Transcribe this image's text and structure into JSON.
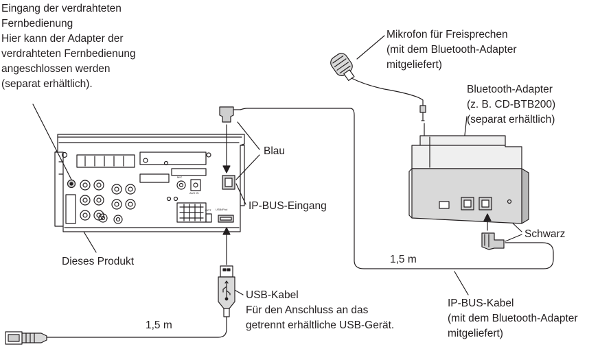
{
  "labels": {
    "remote_input": [
      "Eingang der verdrahteten",
      "Fernbedienung",
      "Hier kann der Adapter der",
      "verdrahteten Fernbedienung",
      "angeschlossen werden",
      "(separat erhältlich)."
    ],
    "microphone": [
      "Mikrofon für Freisprechen",
      "(mit dem Bluetooth-Adapter",
      "mitgeliefert)"
    ],
    "bluetooth_adapter": [
      "Bluetooth-Adapter",
      "(z. B. CD-BTB200)",
      "(separat erhältlich)"
    ],
    "blau": "Blau",
    "ip_bus_input": "IP-BUS-Eingang",
    "schwarz": "Schwarz",
    "product": "Dieses Produkt",
    "cable_length_top": "1,5 m",
    "cable_length_bottom": "1,5 m",
    "usb_cable": [
      "USB-Kabel",
      "Für den Anschluss an das",
      "getrennt erhältliche USB-Gerät."
    ],
    "ip_bus_cable": [
      "IP-BUS-Kabel",
      "(mit dem Bluetooth-Adapter",
      "mitgeliefert)"
    ]
  },
  "panel_markings": {
    "mic_socket": "MIC",
    "aux_socket": "AUX IN",
    "usb_port": "USB/iPod",
    "port_small": "DOT"
  },
  "colors": {
    "line": "#231f20",
    "device_face": "#d9d9d9",
    "device_top": "#efefef",
    "device_side": "#b8b8b8",
    "panel_grey": "#cfcfcf",
    "background": "#ffffff"
  },
  "icons": [
    "usb-trident-icon",
    "arrow-up-icon",
    "arrow-down-icon"
  ]
}
